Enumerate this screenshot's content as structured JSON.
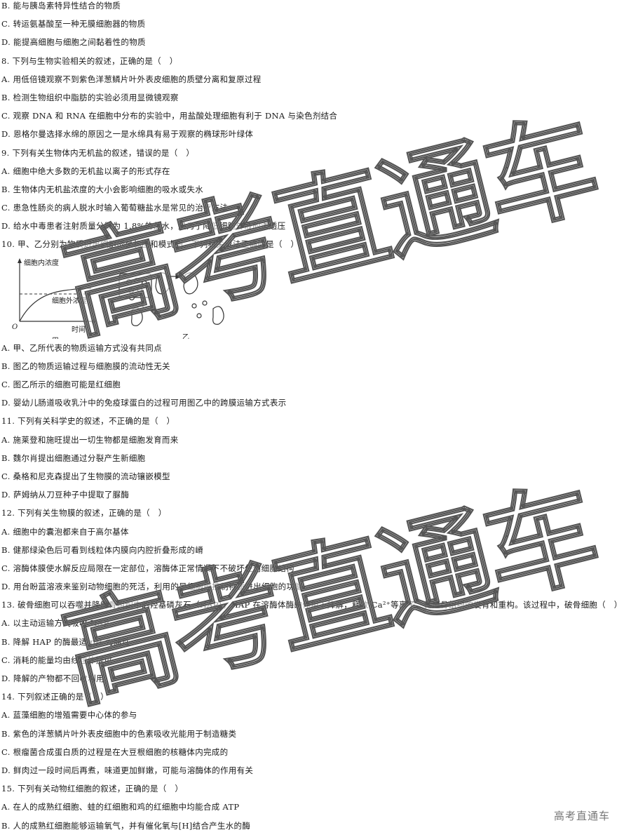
{
  "lines_top": [
    "B. 能与胰岛素特异性结合的物质",
    "C. 转运氨基酸至一种无膜细胞器的物质",
    "D. 能提高细胞与细胞之间黏着性的物质",
    "8. 下列与生物实验相关的叙述，正确的是（　）",
    "A. 用低倍镜观察不到紫色洋葱鳞片叶外表皮细胞的质壁分离和复原过程",
    "B. 检测生物组织中脂肪的实验必须用显微镜观察",
    "C. 观察 DNA 和 RNA 在细胞中分布的实验中，用盐酸处理细胞有利于 DNA 与染色剂结合",
    "D. 恩格尔曼选择水绵的原因之一是水绵具有易于观察的椭球形叶绿体",
    "9. 下列有关生物体内无机盐的叙述，错误的是（　）",
    "A. 细胞中绝大多数的无机盐以离子的形式存在",
    "B. 生物体内无机盐浓度的大小会影响细胞的吸水或失水",
    "C. 患急性肠炎的病人脱水时输入葡萄糖盐水是常见的治疗方法",
    "D. 给水中毒患者注射质量分数为 1.8%的盐水，是为了降低细胞外液的渗透压",
    "10. 甲、乙分别为物质进出细胞的坐标图和模式图，下列相关说法正确的是（　）"
  ],
  "figure": {
    "y_label": "细胞内浓度",
    "dashed_label": "细胞外浓度",
    "x_label": "时间",
    "origin": "O",
    "label_jia": "甲",
    "label_yi": "乙"
  },
  "lines_bottom": [
    "A. 甲、乙所代表的物质运输方式没有共同点",
    "B. 图乙的物质运输过程与细胞膜的流动性无关",
    "C. 图乙所示的细胞可能是红细胞",
    "D. 婴幼儿肠道吸收乳汁中的免疫球蛋白的过程可用图乙中的跨膜运输方式表示",
    "11. 下列有关科学史的叙述，不正确的是（　）",
    "A. 施莱登和施旺提出一切生物都是细胞发育而来",
    "B. 魏尔肖提出细胞通过分裂产生新细胞",
    "C. 桑格和尼克森提出了生物膜的流动镶嵌模型",
    "D. 萨姆纳从刀豆种子中提取了脲酶",
    "12. 下列有关生物膜的叙述，正确的是（　）",
    "A. 细胞中的囊泡都来自于高尔基体",
    "B. 健那绿染色后可看到线粒体内膜向内腔折叠形成的嵴",
    "C. 溶酶体膜使水解反应局限在一定部位，溶酶体正常情况下不破坏任何细胞结构",
    "D. 用台盼蓝溶液来鉴别动物细胞的死活，利用的是细胞膜控制物质进出细胞的功能",
    "13. 破骨细胞可以吞噬并降解骨组织中的羟基磷灰石（HAP），HAP 在溶酶体酶的作用下降解，释放 Ca²⁺等离子，促进骨组织的发育和重构。该过程中，破骨细胞（　）",
    "A. 以主动运输方式吸收 HAP",
    "B. 降解 HAP 的酶最适 pH 为酸性",
    "C. 消耗的能量均由线粒体提供",
    "D. 降解的产物都不回收利用",
    "14. 下列叙述正确的是（　）",
    "A. 蓝藻细胞的增殖需要中心体的参与",
    "B. 紫色的洋葱鳞片叶外表皮细胞中的色素吸收光能用于制造糖类",
    "C. 根瘤菌合成蛋白质的过程是在大豆根细胞的核糖体内完成的",
    "D. 鲜肉过一段时间后再煮，味道更加鲜嫩，可能与溶酶体的作用有关",
    "15. 下列有关动物红细胞的叙述，正确的是（　）",
    "A. 在人的成熟红细胞、蛙的红细胞和鸡的红细胞中均能合成 ATP",
    "B. 人的成熟红细胞能够运输氧气，并有催化氧与[H]结合产生水的酶"
  ],
  "watermark": "高考直通车",
  "corner_brand": "高考直通车"
}
